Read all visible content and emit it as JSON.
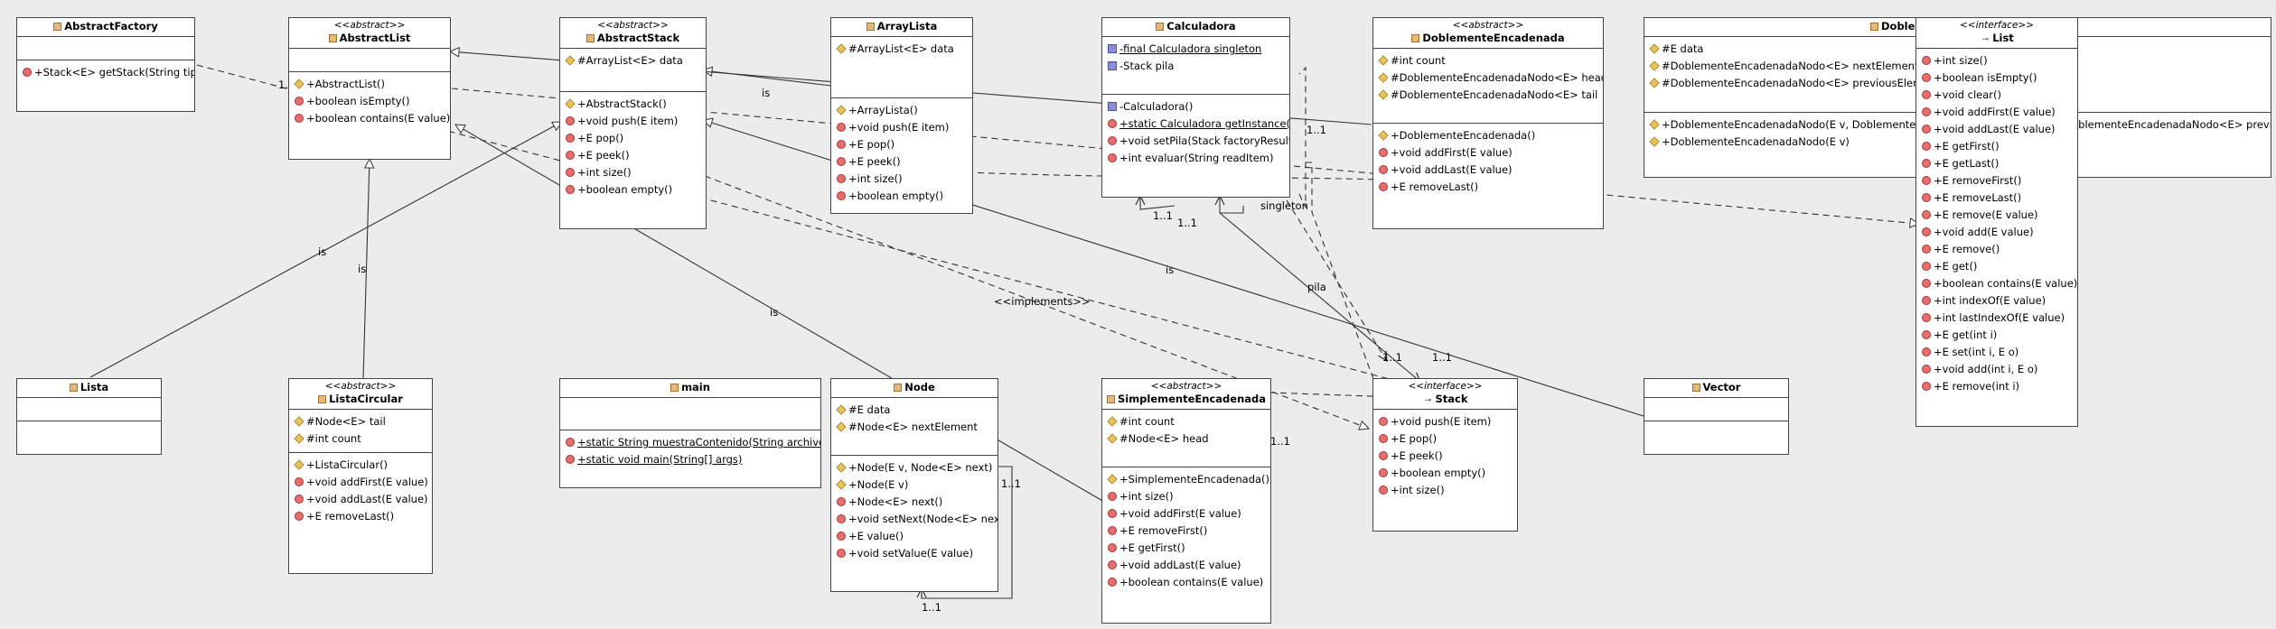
{
  "classes": {
    "abstract_factory": {
      "stereotype": "",
      "name": "AbstractFactory",
      "fields": [],
      "methods": [
        {
          "vis": "pub",
          "text": "+Stack<E> getStack(String tipo)"
        }
      ]
    },
    "abstract_list": {
      "stereotype": "<<abstract>>",
      "name": "AbstractList",
      "fields": [],
      "methods": [
        {
          "vis": "prot",
          "text": "+AbstractList()"
        },
        {
          "vis": "pub",
          "text": "+boolean isEmpty()"
        },
        {
          "vis": "pub",
          "text": "+boolean contains(E value)"
        }
      ]
    },
    "abstract_stack": {
      "stereotype": "<<abstract>>",
      "name": "AbstractStack",
      "fields": [
        {
          "vis": "prot",
          "text": "#ArrayList<E> data"
        }
      ],
      "methods": [
        {
          "vis": "prot",
          "text": "+AbstractStack()"
        },
        {
          "vis": "pub",
          "text": "+void push(E item)"
        },
        {
          "vis": "pub",
          "text": "+E pop()"
        },
        {
          "vis": "pub",
          "text": "+E peek()"
        },
        {
          "vis": "pub",
          "text": "+int size()"
        },
        {
          "vis": "pub",
          "text": "+boolean empty()"
        }
      ]
    },
    "array_lista": {
      "stereotype": "",
      "name": "ArrayLista",
      "fields": [
        {
          "vis": "prot",
          "text": "#ArrayList<E> data"
        }
      ],
      "methods": [
        {
          "vis": "prot",
          "text": "+ArrayLista()"
        },
        {
          "vis": "pub",
          "text": "+void push(E item)"
        },
        {
          "vis": "pub",
          "text": "+E pop()"
        },
        {
          "vis": "pub",
          "text": "+E peek()"
        },
        {
          "vis": "pub",
          "text": "+int size()"
        },
        {
          "vis": "pub",
          "text": "+boolean empty()"
        }
      ]
    },
    "calculadora": {
      "stereotype": "",
      "name": "Calculadora",
      "fields": [
        {
          "vis": "priv",
          "static": true,
          "text": "-final Calculadora singleton"
        },
        {
          "vis": "priv",
          "text": "-Stack pila"
        }
      ],
      "methods": [
        {
          "vis": "priv",
          "text": "-Calculadora()"
        },
        {
          "vis": "pub",
          "static": true,
          "text": "+static Calculadora getInstance()"
        },
        {
          "vis": "pub",
          "text": "+void setPila(Stack factoryResult)"
        },
        {
          "vis": "pub",
          "text": "+int evaluar(String readItem)"
        }
      ]
    },
    "doble_encadenada": {
      "stereotype": "<<abstract>>",
      "name": "DoblementeEncadenada",
      "fields": [
        {
          "vis": "prot",
          "text": "#int count"
        },
        {
          "vis": "prot",
          "text": "#DoblementeEncadenadaNodo<E> head"
        },
        {
          "vis": "prot",
          "text": "#DoblementeEncadenadaNodo<E> tail"
        }
      ],
      "methods": [
        {
          "vis": "prot",
          "text": "+DoblementeEncadenada()"
        },
        {
          "vis": "pub",
          "text": "+void addFirst(E value)"
        },
        {
          "vis": "pub",
          "text": "+void addLast(E value)"
        },
        {
          "vis": "pub",
          "text": "+E removeLast()"
        }
      ]
    },
    "doble_nodo": {
      "stereotype": "",
      "name": "DoblementeEncadenadaNodo",
      "fields": [
        {
          "vis": "prot",
          "text": "#E data"
        },
        {
          "vis": "prot",
          "text": "#DoblementeEncadenadaNodo<E> nextElement"
        },
        {
          "vis": "prot",
          "text": "#DoblementeEncadenadaNodo<E> previousElement"
        }
      ],
      "methods": [
        {
          "vis": "prot",
          "text": "+DoblementeEncadenadaNodo(E v, DoblementeEncadenadaNodo<E> next, DoblementeEncadenadaNodo<E> previous)"
        },
        {
          "vis": "prot",
          "text": "+DoblementeEncadenadaNodo(E v)"
        }
      ]
    },
    "list_iface": {
      "stereotype": "<<interface>>",
      "name": "List",
      "fields": [],
      "methods": [
        {
          "vis": "pub",
          "text": "+int size()"
        },
        {
          "vis": "pub",
          "text": "+boolean isEmpty()"
        },
        {
          "vis": "pub",
          "text": "+void clear()"
        },
        {
          "vis": "pub",
          "text": "+void addFirst(E value)"
        },
        {
          "vis": "pub",
          "text": "+void addLast(E value)"
        },
        {
          "vis": "pub",
          "text": "+E getFirst()"
        },
        {
          "vis": "pub",
          "text": "+E getLast()"
        },
        {
          "vis": "pub",
          "text": "+E removeFirst()"
        },
        {
          "vis": "pub",
          "text": "+E removeLast()"
        },
        {
          "vis": "pub",
          "text": "+E remove(E value)"
        },
        {
          "vis": "pub",
          "text": "+void add(E value)"
        },
        {
          "vis": "pub",
          "text": "+E remove()"
        },
        {
          "vis": "pub",
          "text": "+E get()"
        },
        {
          "vis": "pub",
          "text": "+boolean contains(E value)"
        },
        {
          "vis": "pub",
          "text": "+int indexOf(E value)"
        },
        {
          "vis": "pub",
          "text": "+int lastIndexOf(E value)"
        },
        {
          "vis": "pub",
          "text": "+E get(int i)"
        },
        {
          "vis": "pub",
          "text": "+E set(int i, E o)"
        },
        {
          "vis": "pub",
          "text": "+void add(int i, E o)"
        },
        {
          "vis": "pub",
          "text": "+E remove(int i)"
        }
      ]
    },
    "lista": {
      "stereotype": "",
      "name": "Lista",
      "fields": [],
      "methods": []
    },
    "lista_circular": {
      "stereotype": "<<abstract>>",
      "name": "ListaCircular",
      "fields": [
        {
          "vis": "prot",
          "text": "#Node<E> tail"
        },
        {
          "vis": "prot",
          "text": "#int count"
        }
      ],
      "methods": [
        {
          "vis": "prot",
          "text": "+ListaCircular()"
        },
        {
          "vis": "pub",
          "text": "+void addFirst(E value)"
        },
        {
          "vis": "pub",
          "text": "+void addLast(E value)"
        },
        {
          "vis": "pub",
          "text": "+E removeLast()"
        }
      ]
    },
    "main": {
      "stereotype": "",
      "name": "main",
      "fields": [],
      "methods": [
        {
          "vis": "pub",
          "static": true,
          "text": "+static String muestraContenido(String archivo)"
        },
        {
          "vis": "pub",
          "static": true,
          "text": "+static void main(String[] args)"
        }
      ]
    },
    "node": {
      "stereotype": "",
      "name": "Node",
      "fields": [
        {
          "vis": "prot",
          "text": "#E data"
        },
        {
          "vis": "prot",
          "text": "#Node<E> nextElement"
        }
      ],
      "methods": [
        {
          "vis": "prot",
          "text": "+Node(E v, Node<E> next)"
        },
        {
          "vis": "prot",
          "text": "+Node(E v)"
        },
        {
          "vis": "pub",
          "text": "+Node<E> next()"
        },
        {
          "vis": "pub",
          "text": "+void setNext(Node<E> next)"
        },
        {
          "vis": "pub",
          "text": "+E value()"
        },
        {
          "vis": "pub",
          "text": "+void setValue(E value)"
        }
      ]
    },
    "simple_encadenada": {
      "stereotype": "<<abstract>>",
      "name": "SimplementeEncadenada",
      "fields": [
        {
          "vis": "prot",
          "text": "#int count"
        },
        {
          "vis": "prot",
          "text": "#Node<E> head"
        }
      ],
      "methods": [
        {
          "vis": "prot",
          "text": "+SimplementeEncadenada()"
        },
        {
          "vis": "pub",
          "text": "+int size()"
        },
        {
          "vis": "pub",
          "text": "+void addFirst(E value)"
        },
        {
          "vis": "pub",
          "text": "+E removeFirst()"
        },
        {
          "vis": "pub",
          "text": "+E getFirst()"
        },
        {
          "vis": "pub",
          "text": "+void addLast(E value)"
        },
        {
          "vis": "pub",
          "text": "+boolean contains(E value)"
        }
      ]
    },
    "stack_iface": {
      "stereotype": "<<interface>>",
      "name": "Stack",
      "fields": [],
      "methods": [
        {
          "vis": "pub",
          "text": "+void push(E item)"
        },
        {
          "vis": "pub",
          "text": "+E pop()"
        },
        {
          "vis": "pub",
          "text": "+E peek()"
        },
        {
          "vis": "pub",
          "text": "+boolean empty()"
        },
        {
          "vis": "pub",
          "text": "+int size()"
        }
      ]
    },
    "vector": {
      "stereotype": "",
      "name": "Vector",
      "fields": [],
      "methods": []
    }
  },
  "relation_labels": {
    "is": "is",
    "implements": "<<implements>>",
    "singleton": "singleton",
    "pila": "pila",
    "mult": "1..1"
  },
  "colors": {
    "background": "#ececec",
    "box_fill": "#ffffff",
    "border": "#444444",
    "line": "#333333"
  }
}
